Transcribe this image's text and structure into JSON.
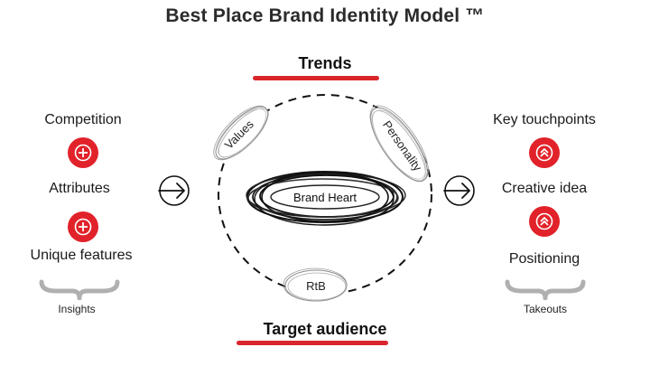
{
  "title": "Best Place Brand Identity Model ™",
  "top_heading": "Trends",
  "bottom_heading": "Target audience",
  "left": {
    "items": [
      "Competition",
      "Attributes",
      "Unique features"
    ],
    "brace_label": "Insights",
    "icon": "plus-circle-icon"
  },
  "right": {
    "items": [
      "Key touchpoints",
      "Creative idea",
      "Positioning"
    ],
    "brace_label": "Takeouts",
    "icon": "double-chevron-up-icon"
  },
  "center": {
    "values": "Values",
    "personality": "Personality",
    "heart": "Brand Heart",
    "rtb": "RtB"
  },
  "colors": {
    "accent": "#e2222a",
    "brace": "#b0b0b0"
  }
}
